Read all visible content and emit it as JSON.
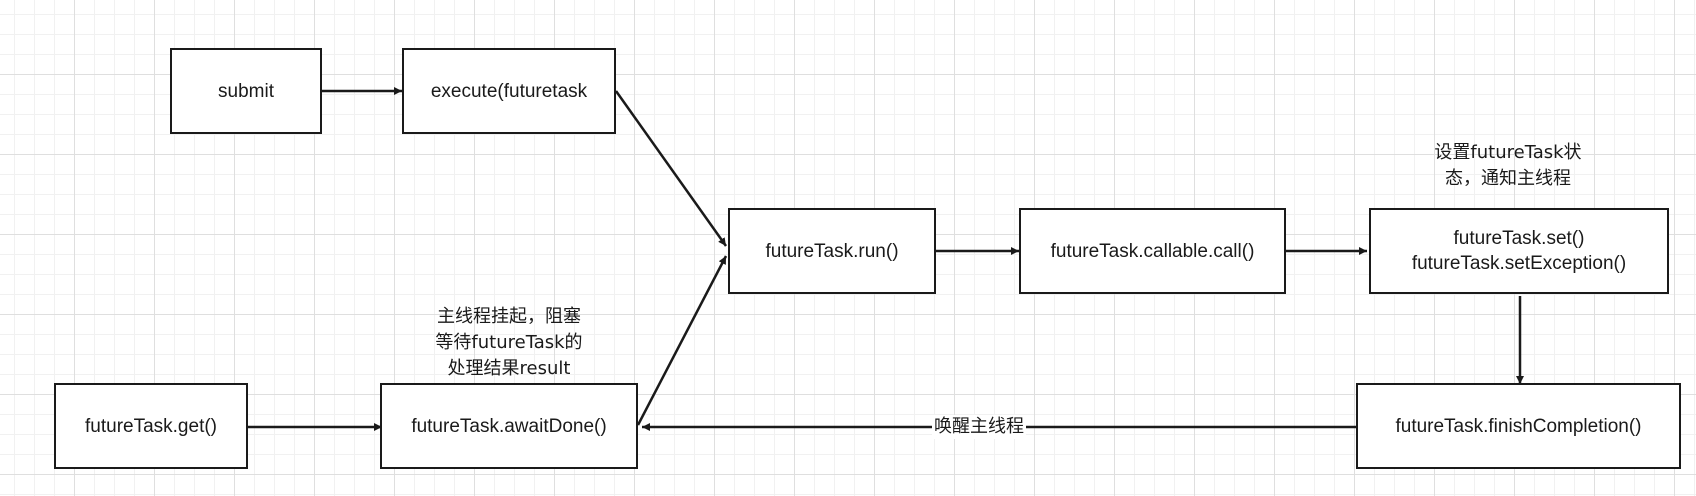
{
  "diagram": {
    "nodes": {
      "submit": {
        "label": "submit"
      },
      "execute": {
        "label": "execute(futuretask"
      },
      "run": {
        "label": "futureTask.run()"
      },
      "call": {
        "label": "futureTask.callable.call()"
      },
      "set": {
        "line1": "futureTask.set()",
        "line2": "futureTask.setException()"
      },
      "get": {
        "label": "futureTask.get()"
      },
      "await": {
        "label": "futureTask.awaitDone()"
      },
      "finish": {
        "label": "futureTask.finishCompletion()"
      }
    },
    "notes": {
      "set_state": {
        "line1": "设置futureTask状",
        "line2": "态，通知主线程"
      },
      "main_blocked": {
        "line1": "主线程挂起，阻塞",
        "line2": "等待futureTask的",
        "line3": "处理结果result"
      }
    },
    "edge_labels": {
      "wake_main": "唤醒主线程"
    },
    "colors": {
      "stroke": "#1a1a1a",
      "grid_major": "#dfdfdf",
      "grid_minor": "#f1f1f1"
    }
  }
}
